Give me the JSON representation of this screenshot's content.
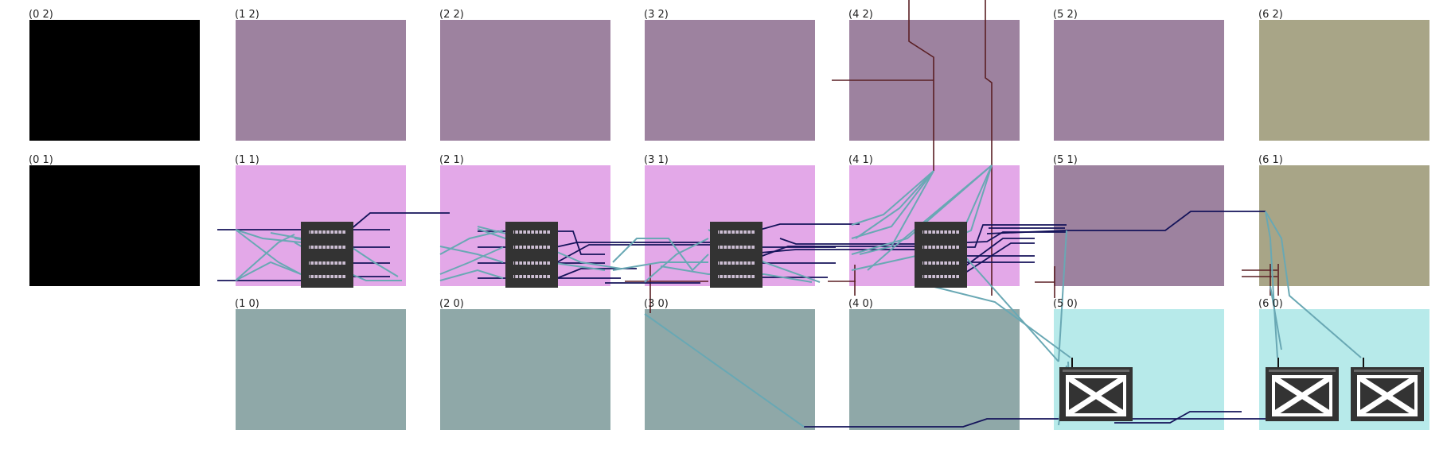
{
  "colors": {
    "background": "#ffffff",
    "tile_black": "#000000",
    "tile_mauve": "#9d829f",
    "tile_olive": "#a8a587",
    "tile_pink": "#e3a8e8",
    "tile_slate": "#8fa8a8",
    "tile_cyan": "#b7eaea",
    "chip_body": "#333333",
    "wire_navy": "#14135a",
    "wire_teal": "#69a8b4",
    "wire_maroon": "#5a1f24"
  },
  "tiles": [
    {
      "label": "(0 2)",
      "fill": "tile_black"
    },
    {
      "label": "(1 2)",
      "fill": "tile_mauve"
    },
    {
      "label": "(2 2)",
      "fill": "tile_mauve"
    },
    {
      "label": "(3 2)",
      "fill": "tile_mauve"
    },
    {
      "label": "(4 2)",
      "fill": "tile_mauve"
    },
    {
      "label": "(5 2)",
      "fill": "tile_mauve"
    },
    {
      "label": "(6 2)",
      "fill": "tile_olive"
    },
    {
      "label": "(0 1)",
      "fill": "tile_black"
    },
    {
      "label": "(1 1)",
      "fill": "tile_pink"
    },
    {
      "label": "(2 1)",
      "fill": "tile_pink"
    },
    {
      "label": "(3 1)",
      "fill": "tile_pink"
    },
    {
      "label": "(4 1)",
      "fill": "tile_pink"
    },
    {
      "label": "(5 1)",
      "fill": "tile_mauve"
    },
    {
      "label": "(6 1)",
      "fill": "tile_olive"
    },
    {
      "label": "(1 0)",
      "fill": "tile_slate"
    },
    {
      "label": "(2 0)",
      "fill": "tile_slate"
    },
    {
      "label": "(3 0)",
      "fill": "tile_slate"
    },
    {
      "label": "(4 0)",
      "fill": "tile_slate"
    },
    {
      "label": "(5 0)",
      "fill": "tile_cyan"
    },
    {
      "label": "(6 0)",
      "fill": "tile_cyan"
    }
  ],
  "switch_blocks": [
    {
      "tile": "(1 1)"
    },
    {
      "tile": "(2 1)"
    },
    {
      "tile": "(3 1)"
    },
    {
      "tile": "(4 1)"
    }
  ],
  "io_blocks": [
    {
      "tile": "(5 0)",
      "icon": "crossed-box-icon"
    },
    {
      "tile": "(6 0)",
      "icon": "crossed-box-icon"
    },
    {
      "tile": "(6 0)",
      "icon": "crossed-box-icon"
    }
  ]
}
